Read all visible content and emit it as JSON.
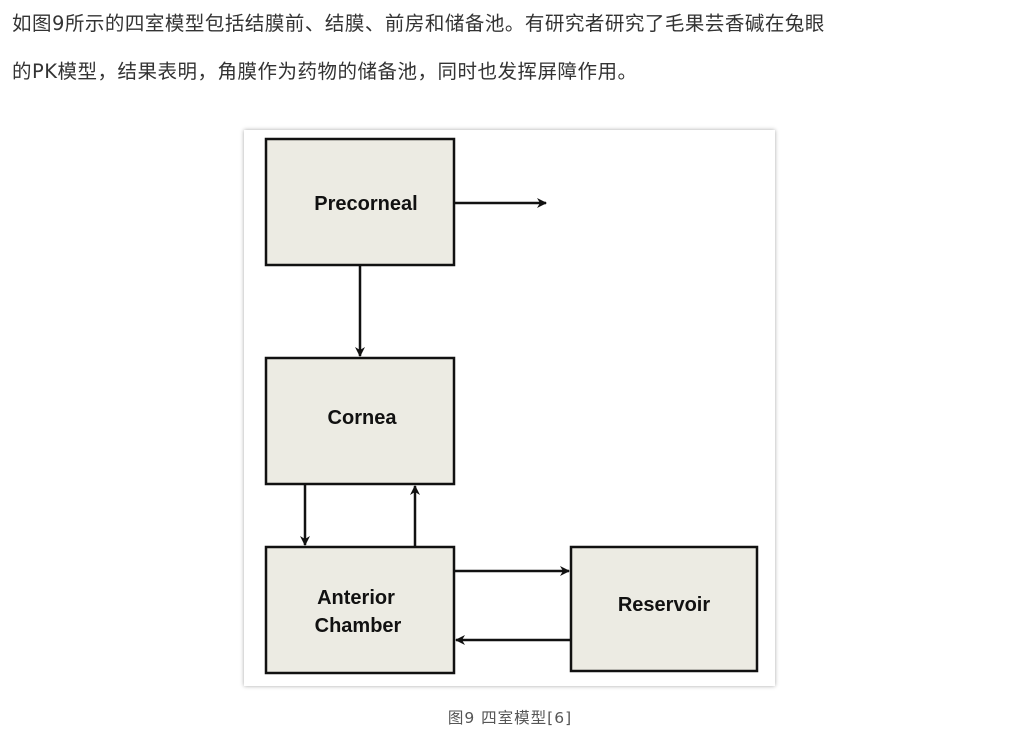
{
  "article": {
    "paragraph_line_1": "如图9所示的四室模型包括结膜前、结膜、前房和储备池。有研究者研究了毛果芸香碱在兔眼",
    "paragraph_line_2": "的PK模型，结果表明，角膜作为药物的储备池，同时也发挥屏障作用。"
  },
  "diagram": {
    "nodes": {
      "precorneal": "Precorneal",
      "cornea": "Cornea",
      "anterior_chamber_line_1": "Anterior",
      "anterior_chamber_line_2": "Chamber",
      "reservoir": "Reservoir"
    },
    "colors": {
      "box_fill": "#ecebe3",
      "box_stroke": "#111111",
      "arrow": "#111111"
    }
  },
  "figure": {
    "caption": "图9 四室模型[6]"
  }
}
